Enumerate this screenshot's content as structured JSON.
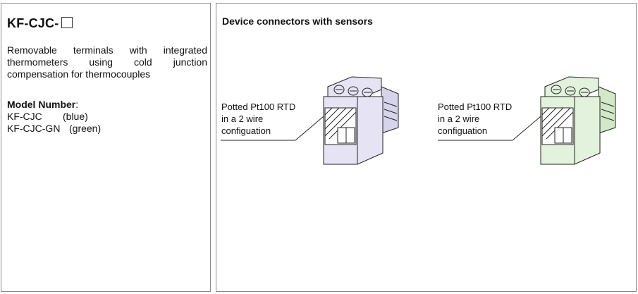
{
  "left": {
    "title": "KF-CJC-",
    "description": "Removable terminals with integrated thermometers using cold junction compensation for thermocouples",
    "model_heading": "Model Number",
    "model_colon": ":",
    "models": [
      {
        "name": "KF-CJC",
        "color": "(blue)"
      },
      {
        "name": "KF-CJC-GN",
        "color": "(green)"
      }
    ]
  },
  "right": {
    "title": "Device connectors with sensors",
    "connectors": [
      {
        "label_lines": [
          "Potted Pt100 RTD",
          "in a 2 wire",
          "configuation"
        ],
        "fill": "#e6e4f4"
      },
      {
        "label_lines": [
          "Potted Pt100 RTD",
          "in a 2 wire",
          "configuation"
        ],
        "fill": "#e3f2dc"
      }
    ]
  }
}
